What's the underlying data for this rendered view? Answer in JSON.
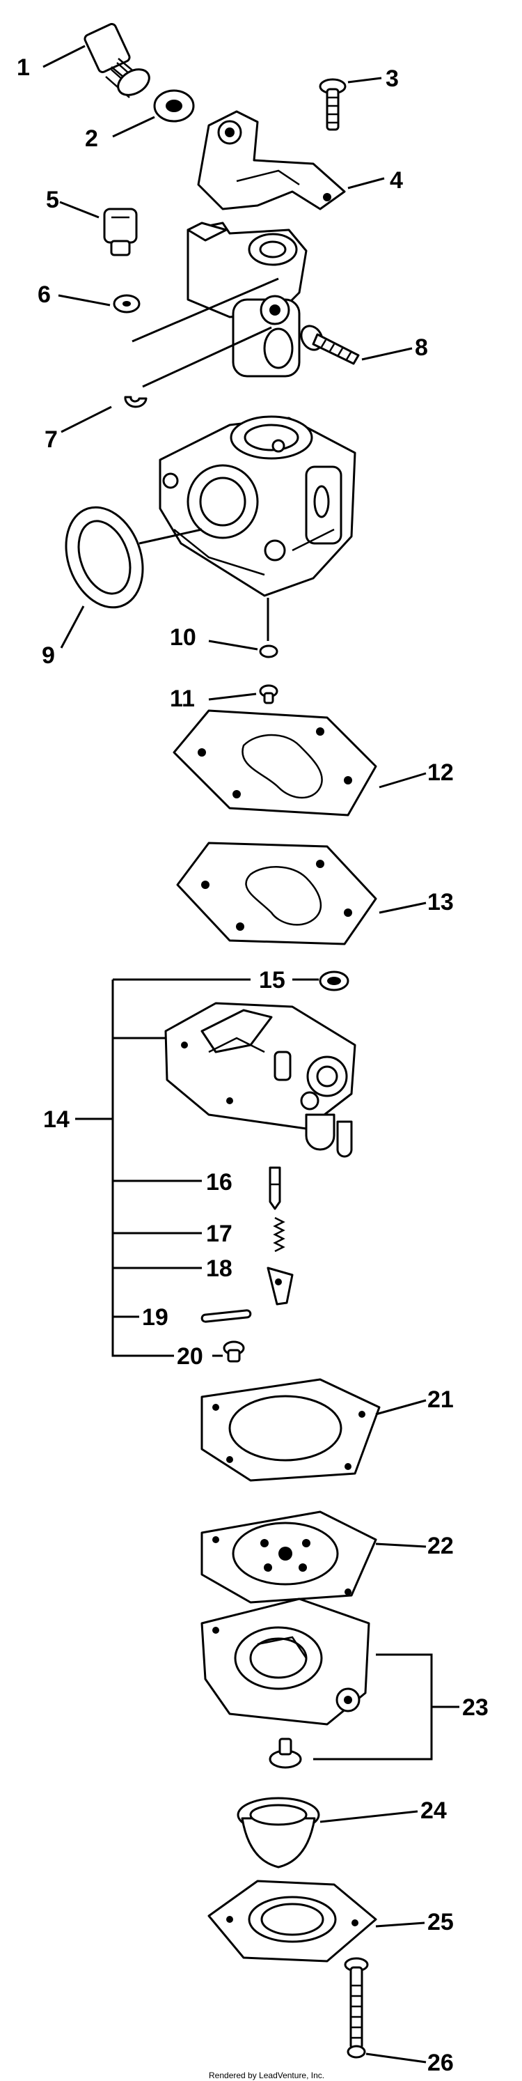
{
  "labels": {
    "p1": "1",
    "p2": "2",
    "p3": "3",
    "p4": "4",
    "p5": "5",
    "p6": "6",
    "p7": "7",
    "p8": "8",
    "p9": "9",
    "p10": "10",
    "p11": "11",
    "p12": "12",
    "p13": "13",
    "p14": "14",
    "p15": "15",
    "p16": "16",
    "p17": "17",
    "p18": "18",
    "p19": "19",
    "p20": "20",
    "p21": "21",
    "p22": "22",
    "p23": "23",
    "p24": "24",
    "p25": "25",
    "p26": "26"
  },
  "footer": {
    "credit": "Rendered by LeadVenture, Inc."
  }
}
